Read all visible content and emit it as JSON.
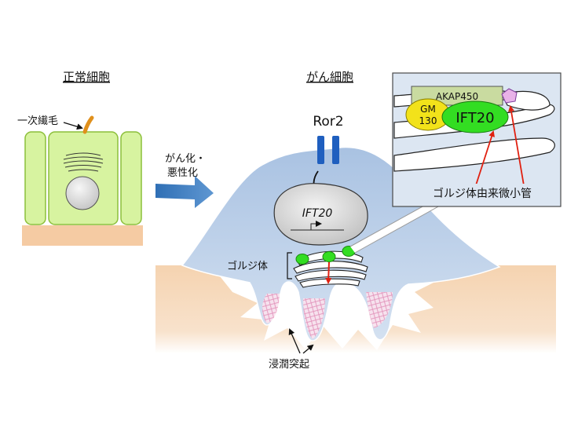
{
  "labels": {
    "normal_cell": "正常細胞",
    "cancer_cell": "がん細胞",
    "primary_cilium": "一次繊毛",
    "transformation_line1": "がん化・",
    "transformation_line2": "悪性化",
    "ror2": "Ror2",
    "ift20_gene": "IFT20",
    "golgi": "ゴルジ体",
    "invadopodia": "浸潤突起",
    "akap450": "AKAP450",
    "gm130_line1": "GM",
    "gm130_line2": "130",
    "ift20_protein": "IFT20",
    "golgi_microtubule": "ゴルジ体由来微小管"
  },
  "colors": {
    "cell_green": "#d7f3a0",
    "cell_border": "#8cbf3a",
    "cancer_cell_blue": "#b9cde6",
    "ror2_blue": "#1f5fbf",
    "arrow_blue": "#3f7fc0",
    "ift20_green": "#33dd22",
    "gm130_yellow": "#f2e21a",
    "akap_green": "#c9dba0",
    "tissue_peach": "#f5d3b0",
    "invadopodia_pink": "#f4b6cf",
    "cilium_orange": "#e0901c",
    "microtubule_red": "#e02010",
    "inset_bg": "#dce6f2"
  }
}
